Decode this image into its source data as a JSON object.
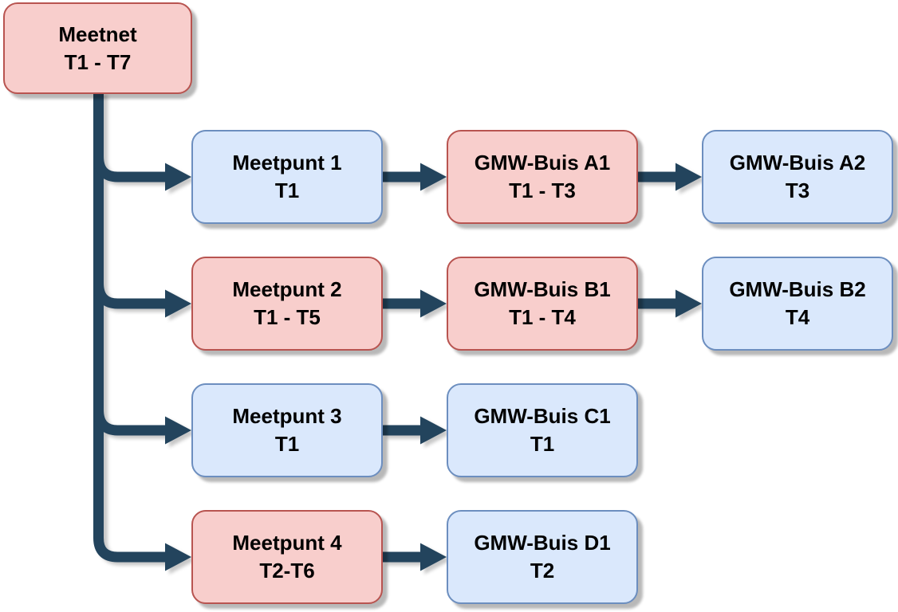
{
  "diagram": {
    "type": "flowchart",
    "colors": {
      "background": "#ffffff",
      "text": "#000000",
      "connector": "#23445d",
      "node_red_fill": "#f8cecc",
      "node_red_border": "#b85450",
      "node_blue_fill": "#dae8fc",
      "node_blue_border": "#6c8ebf"
    },
    "nodes": {
      "meetnet": {
        "line1": "Meetnet",
        "line2": "T1 - T7",
        "variant": "red"
      },
      "meetpunt1": {
        "line1": "Meetpunt 1",
        "line2": "T1",
        "variant": "blue"
      },
      "gmw_a1": {
        "line1": "GMW-Buis A1",
        "line2": "T1 - T3",
        "variant": "red"
      },
      "gmw_a2": {
        "line1": "GMW-Buis A2",
        "line2": "T3",
        "variant": "blue"
      },
      "meetpunt2": {
        "line1": "Meetpunt 2",
        "line2": "T1 - T5",
        "variant": "red"
      },
      "gmw_b1": {
        "line1": "GMW-Buis B1",
        "line2": "T1 - T4",
        "variant": "red"
      },
      "gmw_b2": {
        "line1": "GMW-Buis B2",
        "line2": "T4",
        "variant": "blue"
      },
      "meetpunt3": {
        "line1": "Meetpunt 3",
        "line2": "T1",
        "variant": "blue"
      },
      "gmw_c1": {
        "line1": "GMW-Buis C1",
        "line2": "T1",
        "variant": "blue"
      },
      "meetpunt4": {
        "line1": "Meetpunt 4",
        "line2": "T2-T6",
        "variant": "red"
      },
      "gmw_d1": {
        "line1": "GMW-Buis D1",
        "line2": "T2",
        "variant": "blue"
      }
    },
    "edges": [
      {
        "from": "meetnet",
        "to": "meetpunt1"
      },
      {
        "from": "meetnet",
        "to": "meetpunt2"
      },
      {
        "from": "meetnet",
        "to": "meetpunt3"
      },
      {
        "from": "meetnet",
        "to": "meetpunt4"
      },
      {
        "from": "meetpunt1",
        "to": "gmw_a1"
      },
      {
        "from": "gmw_a1",
        "to": "gmw_a2"
      },
      {
        "from": "meetpunt2",
        "to": "gmw_b1"
      },
      {
        "from": "gmw_b1",
        "to": "gmw_b2"
      },
      {
        "from": "meetpunt3",
        "to": "gmw_c1"
      },
      {
        "from": "meetpunt4",
        "to": "gmw_d1"
      }
    ]
  }
}
